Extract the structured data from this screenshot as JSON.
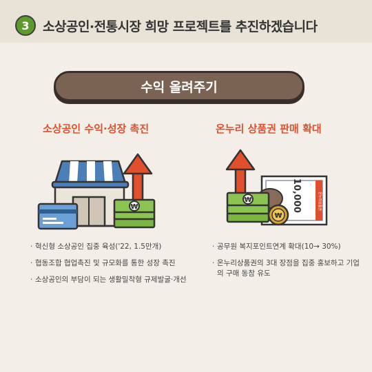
{
  "header": {
    "number": "3",
    "title": "소상공인·전통시장 희망 프로젝트를 추진하겠습니다"
  },
  "banner": {
    "label": "수익 올려주기"
  },
  "left": {
    "title": "소상공인 수익·성장 촉진",
    "bullets": [
      "혁신형 소상공인 집중 육성('22, 1.5만개)",
      "협동조합 협업촉진 및 규모화를 통한 성장 촉진",
      "소상공인의 부담이 되는 생활밀착형 규제발굴·개선"
    ],
    "icons": [
      "store-icon",
      "credit-card-icon",
      "cash-stack-icon",
      "up-arrow-icon"
    ]
  },
  "right": {
    "title": "온누리 상품권 판매 확대",
    "bullets": [
      "공무원 복지포인트연계 확대(10→ 30%)",
      "온누리상품권의 3대 장점을 집중 홍보하고 기업의 구매 동참 유도"
    ],
    "voucher_amount": "10,000",
    "voucher_label": "온누리상품권",
    "icons": [
      "gift-voucher-icon",
      "cash-stack-icon",
      "coin-icon",
      "up-arrow-icon"
    ]
  },
  "currency_symbol": "₩",
  "colors": {
    "accent_red": "#e0502c",
    "badge_green": "#5f9a2e",
    "pill_brown": "#7a6352",
    "background": "#f3efe8"
  }
}
